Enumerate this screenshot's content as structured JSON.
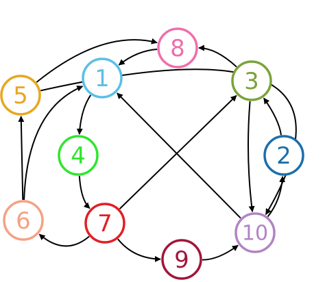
{
  "nodes": [
    {
      "id": "1",
      "label": "1",
      "color": "#5bbfe6"
    },
    {
      "id": "2",
      "label": "2",
      "color": "#1b6faa"
    },
    {
      "id": "3",
      "label": "3",
      "color": "#7aa33a"
    },
    {
      "id": "4",
      "label": "4",
      "color": "#2ee62e"
    },
    {
      "id": "5",
      "label": "5",
      "color": "#e8a71e"
    },
    {
      "id": "6",
      "label": "6",
      "color": "#f5a184"
    },
    {
      "id": "7",
      "label": "7",
      "color": "#e31e24"
    },
    {
      "id": "8",
      "label": "8",
      "color": "#f06eaa"
    },
    {
      "id": "9",
      "label": "9",
      "color": "#a0163a"
    },
    {
      "id": "10",
      "label": "10",
      "color": "#b184c4"
    }
  ],
  "edges": [
    {
      "from": "8",
      "to": "1"
    },
    {
      "from": "3",
      "to": "8"
    },
    {
      "from": "5",
      "to": "8"
    },
    {
      "from": "5",
      "to": "10"
    },
    {
      "from": "6",
      "to": "5"
    },
    {
      "from": "6",
      "to": "1"
    },
    {
      "from": "1",
      "to": "4"
    },
    {
      "from": "4",
      "to": "7"
    },
    {
      "from": "7",
      "to": "3"
    },
    {
      "from": "7",
      "to": "9"
    },
    {
      "from": "7",
      "to": "6"
    },
    {
      "from": "9",
      "to": "10"
    },
    {
      "from": "10",
      "to": "1"
    },
    {
      "from": "3",
      "to": "10"
    },
    {
      "from": "2",
      "to": "3"
    },
    {
      "from": "10",
      "to": "2"
    }
  ],
  "colors": {
    "edge": "#000000",
    "background": "#ffffff"
  }
}
